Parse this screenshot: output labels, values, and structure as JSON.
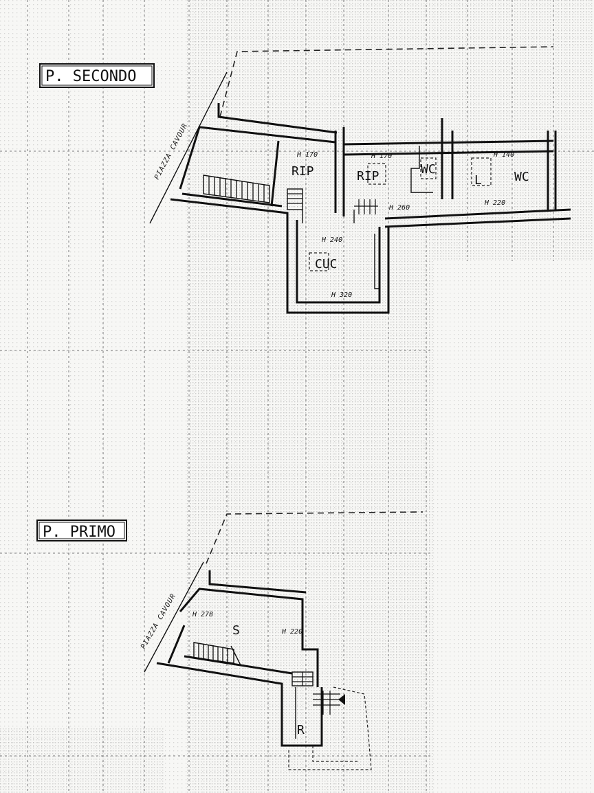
{
  "floors": {
    "second": {
      "title": "P. SECONDO",
      "street": "PIAZZA CAVOUR",
      "rooms": {
        "rip1": "RIP",
        "rip2": "RIP",
        "wc1": "WC",
        "l": "L",
        "wc2": "WC",
        "cuc": "CUC"
      },
      "heights": {
        "h1": "H 170",
        "h2": "H 170",
        "h3": "H 140",
        "h4": "H 260",
        "h5": "H 220",
        "h6": "H 240",
        "h7": "H 320"
      }
    },
    "first": {
      "title": "P. PRIMO",
      "street": "PIAZZA CAVOUR",
      "rooms": {
        "s": "S",
        "r": "R"
      },
      "heights": {
        "h1": "H 278",
        "h2": "H 220"
      }
    }
  },
  "colors": {
    "paper": "#f7f7f5",
    "ink": "#111111",
    "grid": "#9a9a9a"
  }
}
